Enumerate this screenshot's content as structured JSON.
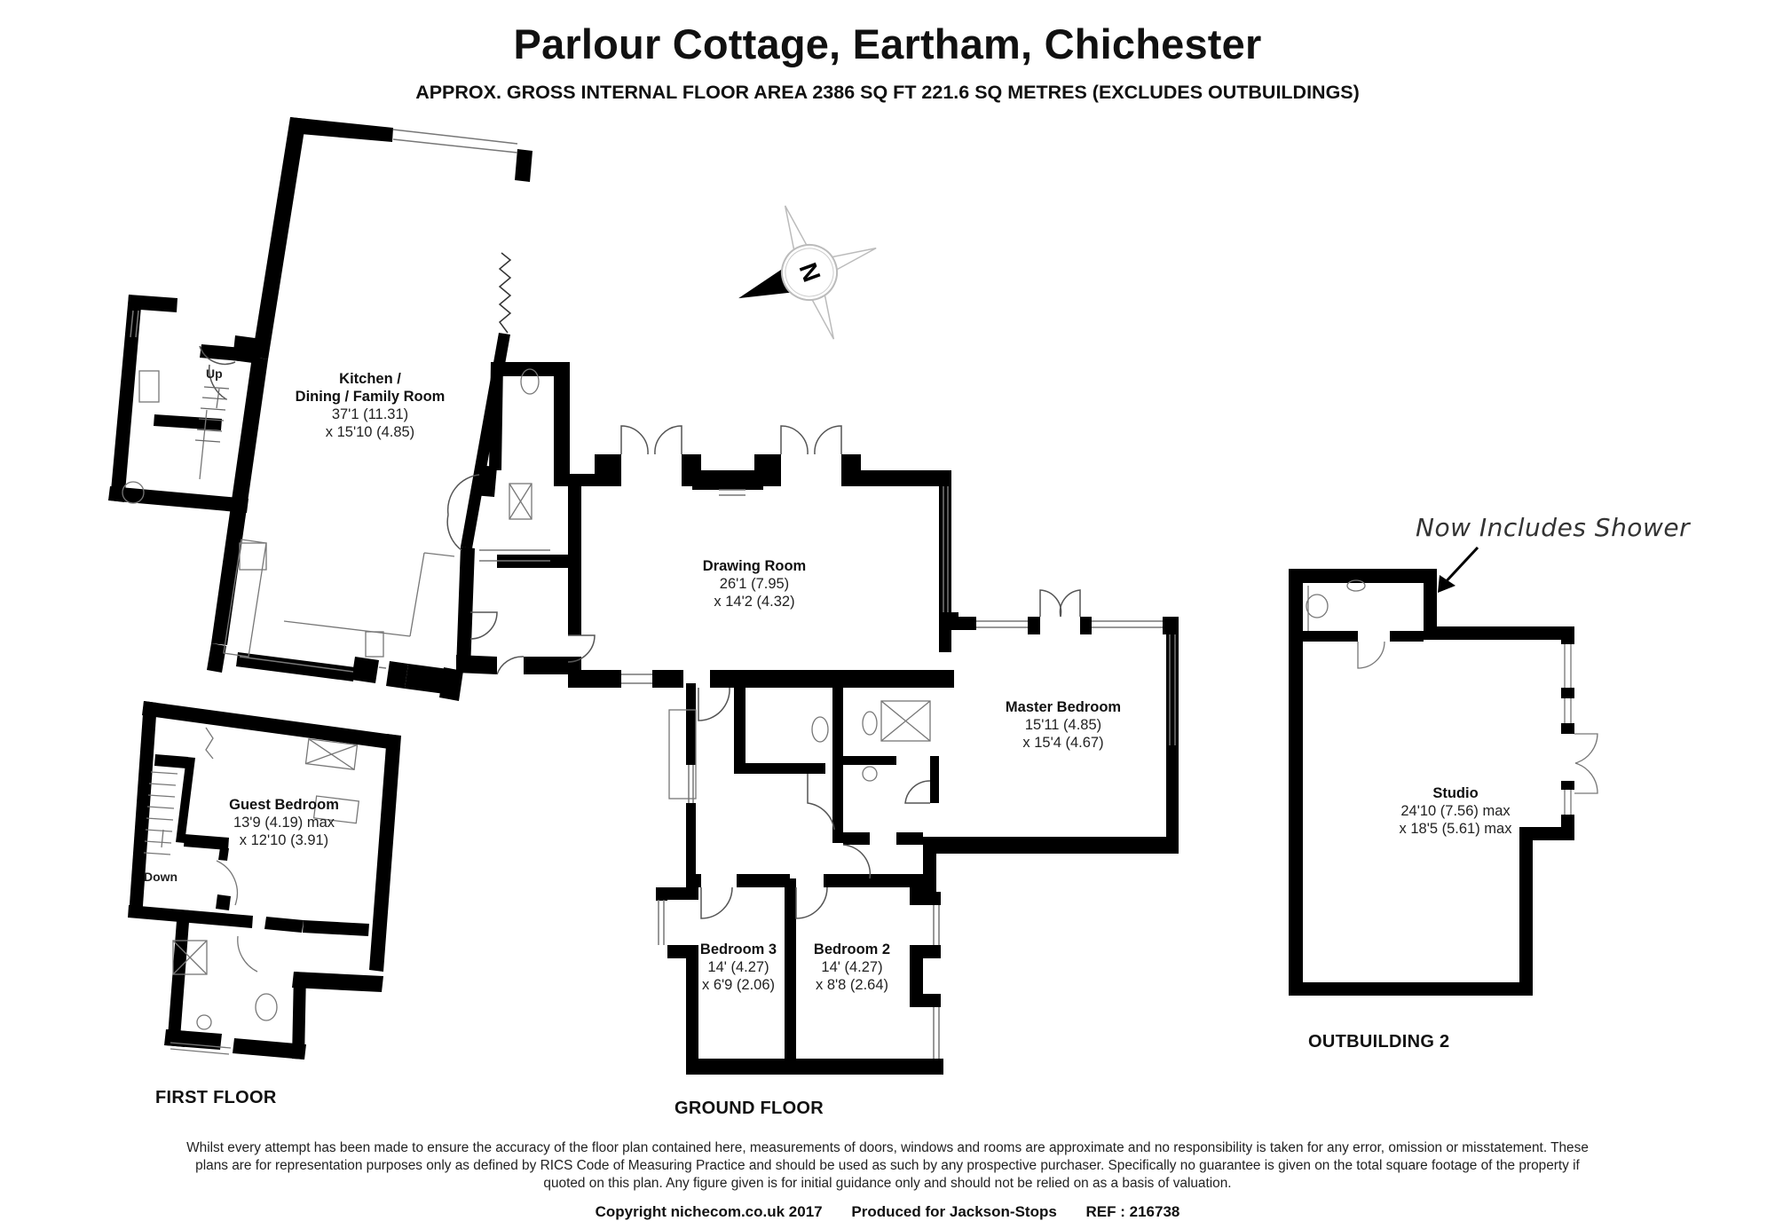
{
  "header": {
    "title": "Parlour Cottage, Eartham, Chichester",
    "subtitle": "APPROX. GROSS INTERNAL FLOOR AREA 2386 SQ FT 221.6 SQ METRES (EXCLUDES OUTBUILDINGS)"
  },
  "compass": {
    "label": "N",
    "icon": "compass-rose-icon"
  },
  "floors": {
    "ground": {
      "label": "GROUND FLOOR",
      "rooms": [
        {
          "name": "Kitchen /",
          "name2": "Dining / Family Room",
          "dim1": "37'1 (11.31)",
          "dim2": "x 15'10 (4.85)"
        },
        {
          "name": "Drawing Room",
          "dim1": "26'1 (7.95)",
          "dim2": "x 14'2 (4.32)"
        },
        {
          "name": "Master Bedroom",
          "dim1": "15'11 (4.85)",
          "dim2": "x 15'4 (4.67)"
        },
        {
          "name": "Bedroom 3",
          "dim1": "14' (4.27)",
          "dim2": "x 6'9 (2.06)"
        },
        {
          "name": "Bedroom 2",
          "dim1": "14' (4.27)",
          "dim2": "x 8'8 (2.64)"
        }
      ],
      "stairs_label": "Up"
    },
    "first": {
      "label": "FIRST FLOOR",
      "rooms": [
        {
          "name": "Guest Bedroom",
          "dim1": "13'9 (4.19) max",
          "dim2": "x 12'10 (3.91)"
        }
      ],
      "stairs_label": "Down"
    },
    "outbuilding": {
      "label": "OUTBUILDING 2",
      "rooms": [
        {
          "name": "Studio",
          "dim1": "24'10 (7.56) max",
          "dim2": "x 18'5 (5.61) max"
        }
      ],
      "annotation": "Now Includes Shower"
    }
  },
  "footer": {
    "disclaimer": "Whilst every attempt has been made to ensure the accuracy of the floor plan contained here, measurements of doors, windows and rooms are approximate and no responsibility is taken for any error, omission or misstatement. These plans are for representation purposes only as defined by RICS Code of Measuring Practice and should be used as such by any prospective purchaser. Specifically no guarantee is given on the total square footage of the property if quoted on this plan. Any figure given is for initial guidance only and should not be relied on as a basis of valuation.",
    "copyright": "Copyright nichecom.co.uk 2017",
    "produced_for": "Produced for Jackson-Stops",
    "ref": "REF : 216738"
  },
  "colors": {
    "wall": "#000000",
    "fixture": "#777777",
    "background": "#ffffff"
  }
}
